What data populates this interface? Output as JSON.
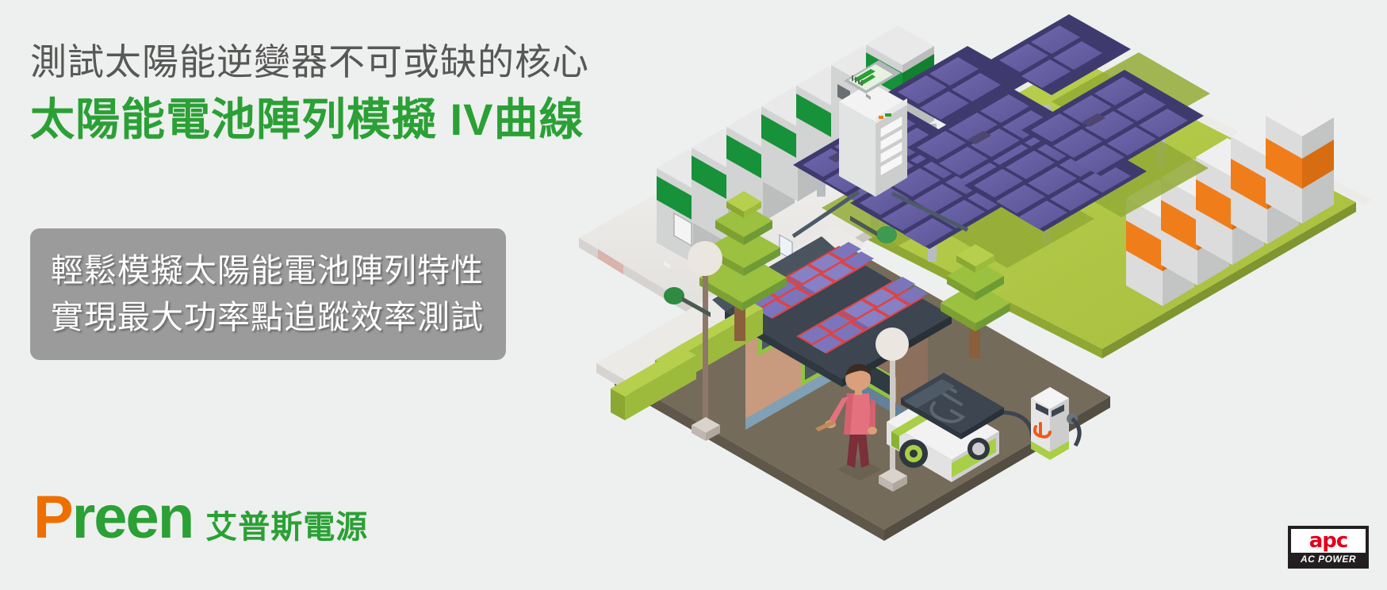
{
  "background_color": "#eef0ef",
  "headline": {
    "subtitle": "測試太陽能逆變器不可或缺的核心",
    "subtitle_color": "#575756",
    "title": "太陽能電池陣列模擬 IV曲線",
    "title_color": "#2ba035"
  },
  "callout": {
    "background_color": "#9b9b9b",
    "text_color": "#ffffff",
    "line1": "輕鬆模擬太陽能電池陣列特性",
    "line2": "實現最大功率點追蹤效率測試"
  },
  "brand": {
    "logo_p": "P",
    "logo_rest": "reen",
    "logo_chinese": "艾普斯電源",
    "orange": "#ee6f00",
    "green": "#2ba035"
  },
  "partner_logo": {
    "word": "apc",
    "tagline": "AC POWER",
    "word_color": "#e2001a",
    "frame_color": "#231f20"
  },
  "illustration": {
    "name": "isometric-solar-energy-scene",
    "elements": [
      "green-inverter-cabinet-row",
      "orange-inverter-cabinet-row",
      "monitoring-rack-with-display",
      "solar-panel-array-ground-mount",
      "house-with-rooftop-solar-panels",
      "electric-vehicle",
      "ev-charging-station",
      "person-figure",
      "street-lamps",
      "trees-hedges"
    ],
    "colors": {
      "panel_dark": "#3f3a6e",
      "panel_cell": "#6f68ad",
      "panel_cell_light": "#8780c4",
      "roof_dark": "#3c4550",
      "cabinet_green": "#17913a",
      "cabinet_orange": "#ef7d1a",
      "cabinet_gray": "#d8d9d9",
      "grass": "#b3cb46",
      "ground_brown": "#756b5a",
      "plaza": "#e7e5e3",
      "tree_green": "#9cc03f",
      "tree_green_dark": "#6e9b36",
      "house_wall": "#c89a7e",
      "car_body": "#f2f2f2",
      "car_accent": "#a8cf45",
      "person_shirt": "#e3717e",
      "person_pants": "#7a2f3a"
    }
  }
}
